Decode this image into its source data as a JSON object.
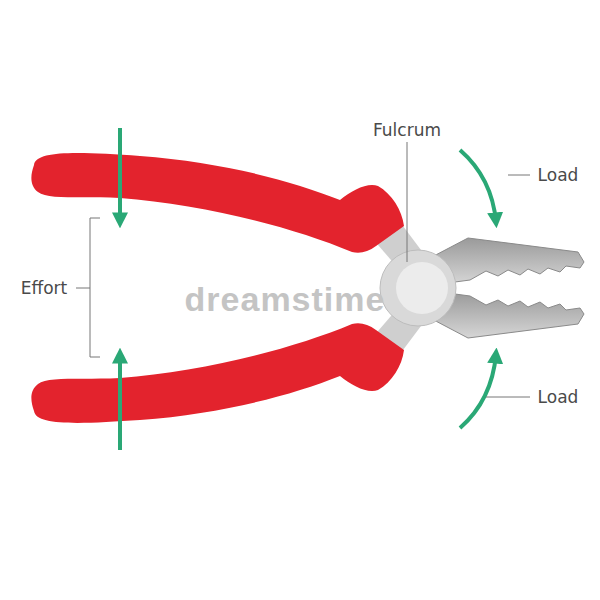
{
  "diagram": {
    "labels": [
      "Fulcrum",
      "Load",
      "Load",
      "Effort",
      "dreamstime"
    ]
  }
}
